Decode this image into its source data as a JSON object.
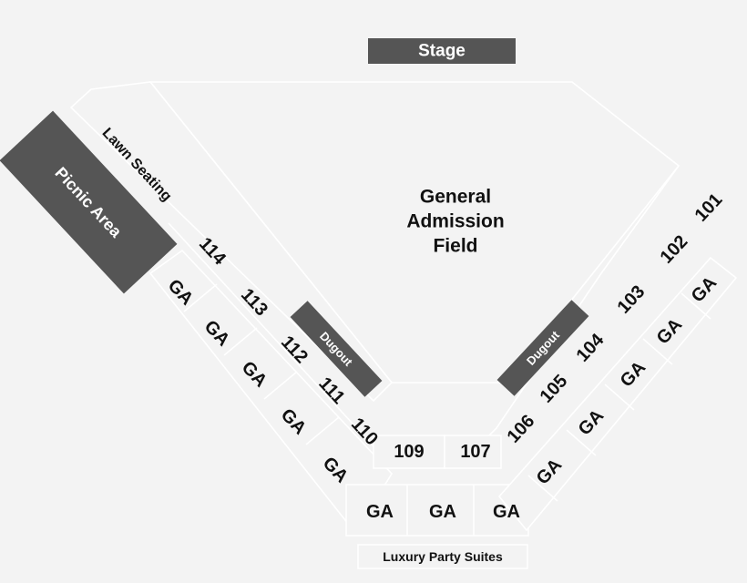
{
  "stage": "Stage",
  "field": [
    "General",
    "Admission",
    "Field"
  ],
  "lawn": "Lawn Seating",
  "picnic": "Picnic Area",
  "dugout_left": "Dugout",
  "dugout_right": "Dugout",
  "suites": "Luxury Party Suites",
  "sections": {
    "s101": "101",
    "s102": "102",
    "s103": "103",
    "s104": "104",
    "s105": "105",
    "s106": "106",
    "s107": "107",
    "s109": "109",
    "s110": "110",
    "s111": "111",
    "s112": "112",
    "s113": "113",
    "s114": "114"
  },
  "ga_label": "GA",
  "colors": {
    "background": "#f3f3f3",
    "block": "#555555",
    "lines": "#ffffff",
    "text": "#111111"
  }
}
